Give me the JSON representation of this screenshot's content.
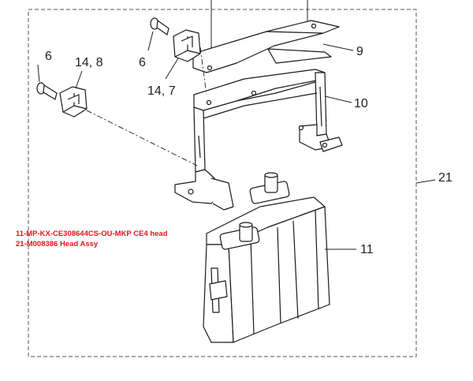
{
  "labels": {
    "l_6_left": "6",
    "l_14_8": "14, 8",
    "l_6_mid": "6",
    "l_14_7": "14, 7",
    "l_9": "9",
    "l_10": "10",
    "l_11": "11",
    "l_21": "21"
  },
  "notes": {
    "line1": "11-MP-KX-CE308644CS-OU-MKP CE4 head",
    "line2": "21-M008386 Head Assy"
  },
  "colors": {
    "line": "#1a1a1a",
    "note": "#e8141c",
    "dashed": "#555555"
  }
}
